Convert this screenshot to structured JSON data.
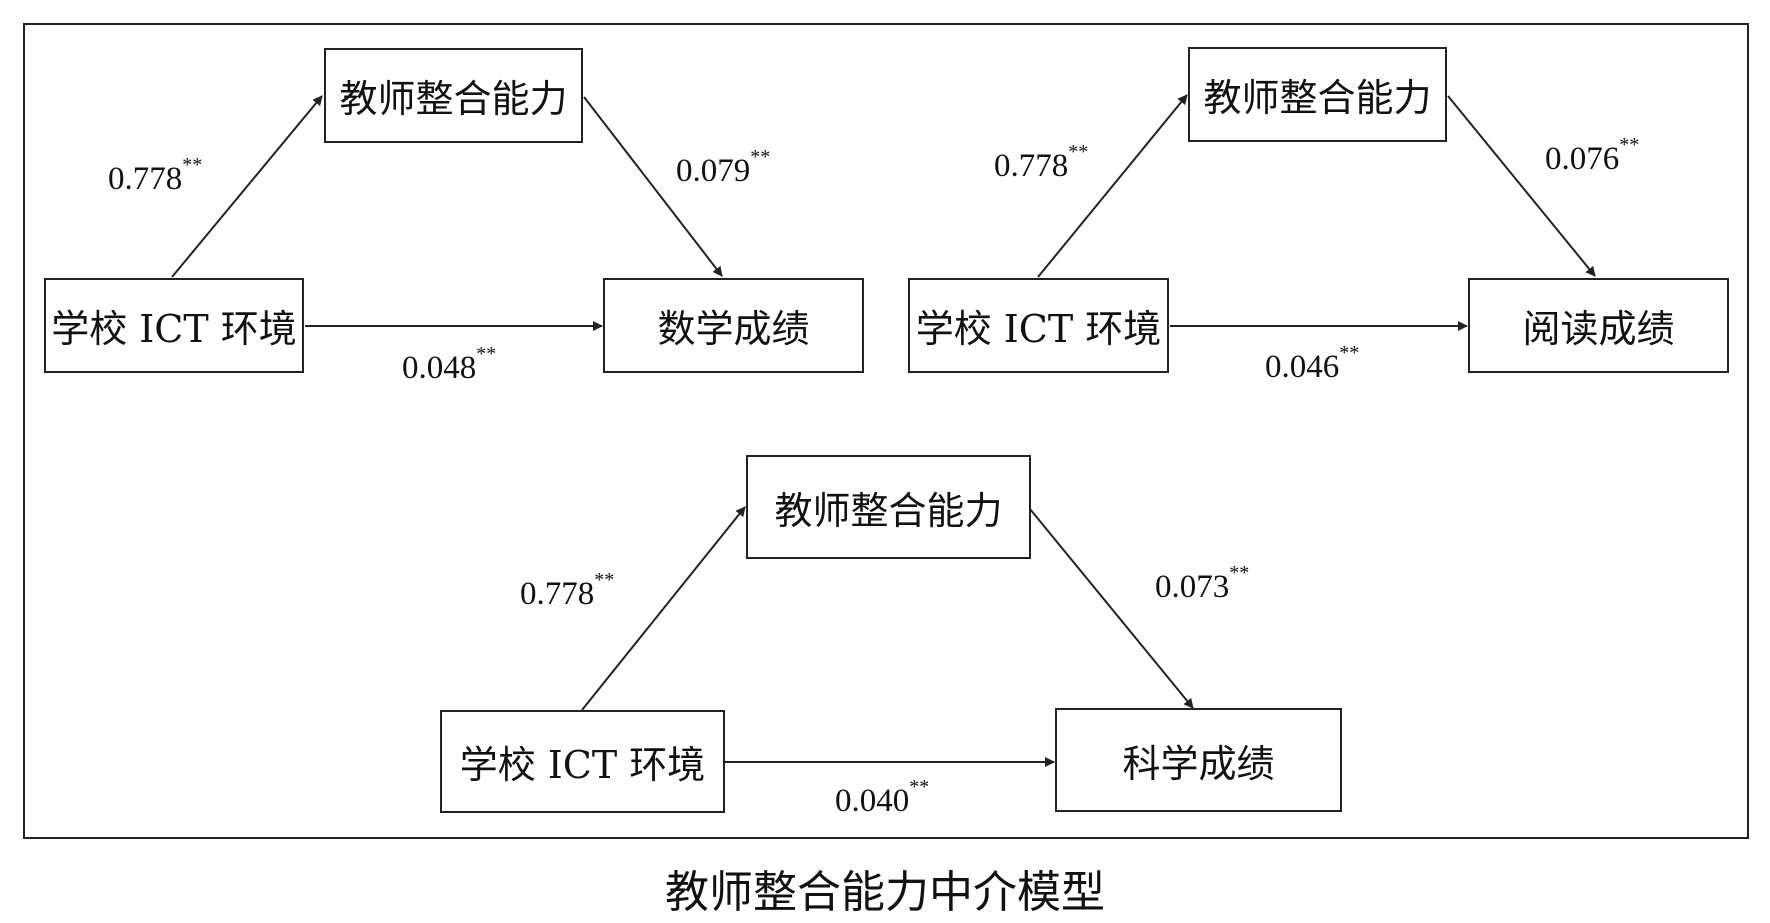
{
  "caption": "教师整合能力中介模型",
  "models": [
    {
      "mediator": "教师整合能力",
      "predictor": "学校 ICT 环境",
      "outcome": "数学成绩",
      "a_path": "0.778",
      "b_path": "0.079",
      "c_path": "0.048",
      "significance": "**"
    },
    {
      "mediator": "教师整合能力",
      "predictor": "学校 ICT 环境",
      "outcome": "阅读成绩",
      "a_path": "0.778",
      "b_path": "0.076",
      "c_path": "0.046",
      "significance": "**"
    },
    {
      "mediator": "教师整合能力",
      "predictor": "学校 ICT 环境",
      "outcome": "科学成绩",
      "a_path": "0.778",
      "b_path": "0.073",
      "c_path": "0.040",
      "significance": "**"
    }
  ]
}
